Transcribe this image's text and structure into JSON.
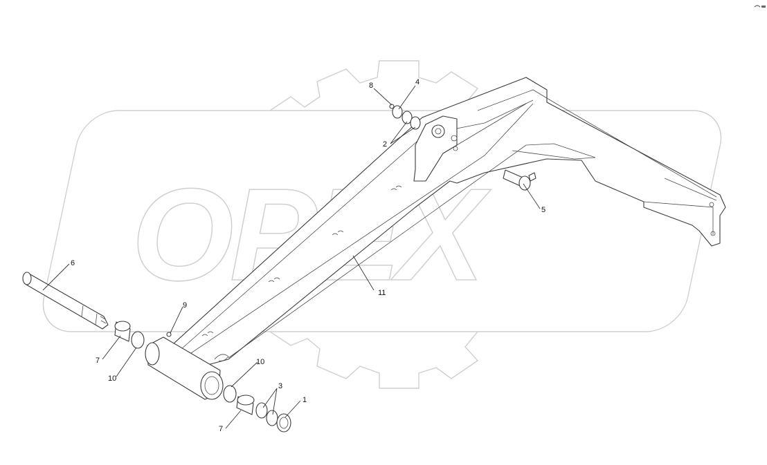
{
  "watermark": {
    "text": "OPEX"
  },
  "corner_mark": "",
  "callouts": [
    "1",
    "2",
    "3",
    "4",
    "5",
    "6",
    "7",
    "7",
    "8",
    "9",
    "10",
    "10",
    "11"
  ]
}
